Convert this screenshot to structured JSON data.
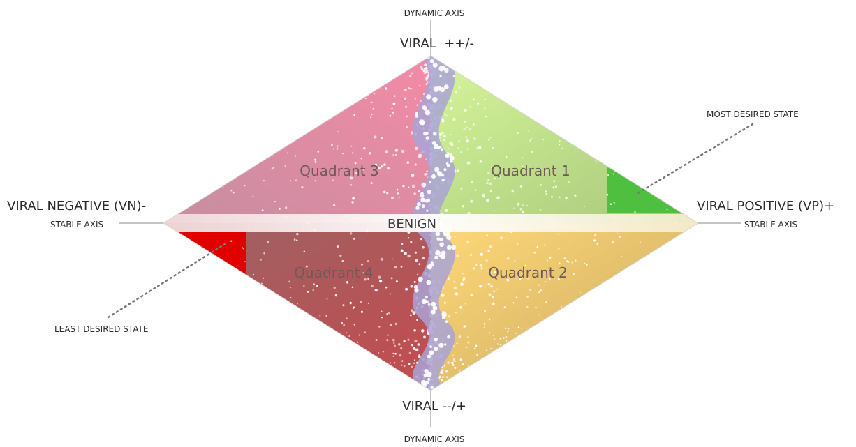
{
  "labels": {
    "dynamic_axis_top": "DYNAMIC AXIS",
    "dynamic_axis_bottom": "DYNAMIC AXIS",
    "viral_top": "VIRAL  ++/-",
    "viral_bottom": "VIRAL --/+",
    "viral_negative": "VIRAL NEGATIVE (VN)-",
    "viral_positive": "VIRAL POSITIVE (VP)+",
    "stable_axis_left": "STABLE AXIS",
    "stable_axis_right": "STABLE AXIS",
    "benign": "BENIGN",
    "most_desired": "MOST DESIRED STATE",
    "least_desired": "LEAST DESIRED STATE"
  },
  "quadrants": [
    {
      "label": "Quadrant 1",
      "color": "#b9e07a"
    },
    {
      "label": "Quadrant 2",
      "color": "#f2c96a"
    },
    {
      "label": "Quadrant 3",
      "color": "#e07d9a"
    },
    {
      "label": "Quadrant 4",
      "color": "#b75256"
    }
  ],
  "colors": {
    "most_desired_fill": "#4fbf3f",
    "least_desired_fill": "#e00000",
    "wave_fill": "#a9a3d6",
    "axis_line": "#bdbdbd",
    "leader_line": "#777777"
  }
}
